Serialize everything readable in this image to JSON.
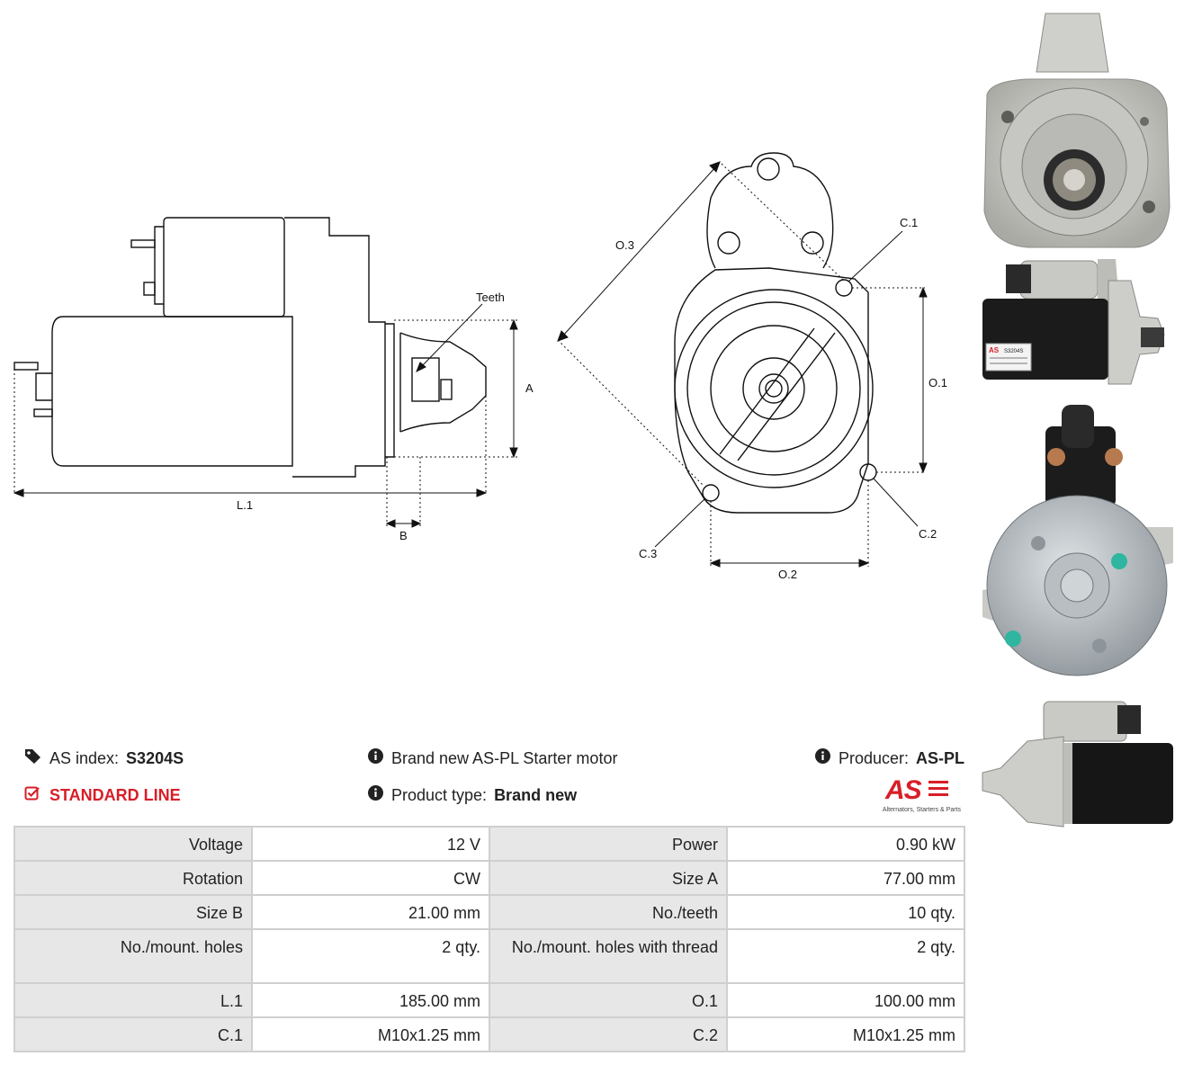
{
  "diagram": {
    "labels": {
      "teeth": "Teeth",
      "a": "A",
      "b": "B",
      "l1": "L.1",
      "o1": "O.1",
      "o2": "O.2",
      "o3": "O.3",
      "c1": "C.1",
      "c2": "C.2",
      "c3": "C.3"
    }
  },
  "photos": {
    "label_brand": "AS",
    "label_code": "S3204S"
  },
  "info": {
    "as_index_label": "AS index:",
    "as_index_value": "S3204S",
    "line": "STANDARD LINE",
    "description": "Brand new AS-PL Starter motor",
    "product_type_label": "Product type:",
    "product_type_value": "Brand new",
    "producer_label": "Producer:",
    "producer_value": "AS-PL",
    "logo_text": "AS",
    "logo_tagline": "Alternators, Starters & Parts"
  },
  "specs": [
    [
      {
        "label": "Voltage",
        "value": "12 V"
      },
      {
        "label": "Power",
        "value": "0.90 kW"
      }
    ],
    [
      {
        "label": "Rotation",
        "value": "CW"
      },
      {
        "label": "Size A",
        "value": "77.00 mm"
      }
    ],
    [
      {
        "label": "Size B",
        "value": "21.00 mm"
      },
      {
        "label": "No./teeth",
        "value": "10 qty."
      }
    ],
    [
      {
        "label": "No./mount. holes",
        "value": "2 qty."
      },
      {
        "label": "No./mount. holes with thread",
        "value": "2 qty."
      }
    ],
    [
      {
        "label": "L.1",
        "value": "185.00 mm"
      },
      {
        "label": "O.1",
        "value": "100.00 mm"
      }
    ],
    [
      {
        "label": "C.1",
        "value": "M10x1.25 mm"
      },
      {
        "label": "C.2",
        "value": "M10x1.25 mm"
      }
    ]
  ],
  "colors": {
    "accent": "#d81e27",
    "table_border": "#cfcfcf",
    "label_cell": "#e7e7e7"
  }
}
